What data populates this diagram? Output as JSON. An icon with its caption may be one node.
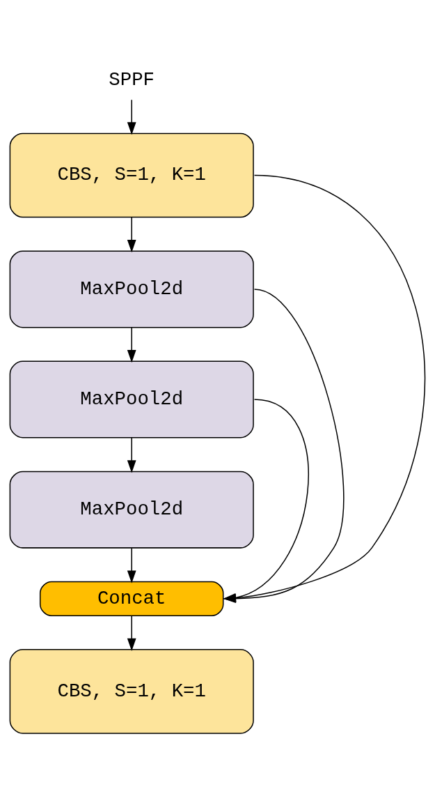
{
  "diagram": {
    "nodes": [
      {
        "text": [
          "SPPF"
        ]
      },
      {
        "text": [
          "CBS, S=1, K=1"
        ]
      },
      {
        "text": [
          "MaxPool2d"
        ]
      },
      {
        "text": [
          "MaxPool2d"
        ]
      },
      {
        "text": [
          "MaxPool2d"
        ]
      },
      {
        "text": [
          "Concat"
        ]
      },
      {
        "text": [
          "CBS, S=1, K=1"
        ]
      }
    ],
    "edges": [
      {
        "from": 0,
        "to": 1,
        "arrow": "to"
      },
      {
        "from": 1,
        "to": 2,
        "arrow": "to"
      },
      {
        "from": 2,
        "to": 3,
        "arrow": "to"
      },
      {
        "from": 3,
        "to": 4,
        "arrow": "to"
      },
      {
        "from": 4,
        "to": 5,
        "arrow": "to"
      },
      {
        "from": 1,
        "to": 5,
        "arrow": "to"
      },
      {
        "from": 2,
        "to": 5,
        "arrow": "to"
      },
      {
        "from": 3,
        "to": 5,
        "arrow": "to"
      },
      {
        "from": 5,
        "to": 6,
        "arrow": "to"
      }
    ]
  }
}
